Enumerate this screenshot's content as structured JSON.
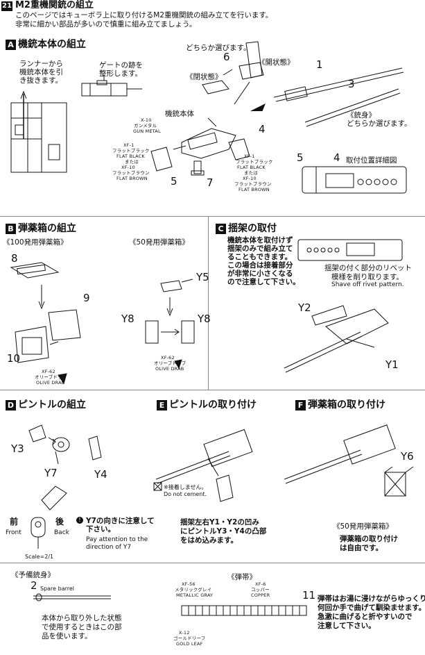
{
  "page": {
    "number": "21",
    "title": "M2重機関銃の組立",
    "intro_1": "このページではキューボラ上に取り付けるM2重機関銃の組み立てを行います。",
    "intro_2": "非常に細かい部品が多いので慎重に組み立てましょう。"
  },
  "section_a": {
    "badge": "A",
    "title": "機銃本体の組立",
    "runner_note": [
      "ランナーから",
      "機銃本体を引",
      "き抜きます。"
    ],
    "gate_note": [
      "ゲートの跡を",
      "整形します。"
    ],
    "choose_note": "どちらか選びます。",
    "open_label": "《開状態》",
    "closed_label": "《閉状態》",
    "body_label": "機銃本体",
    "barrel_label": "《銃身》",
    "barrel_choose": "どちらか選びます。",
    "position_detail": "取付位置詳細図",
    "paint_gunmetal": [
      "X-10",
      "ガンメタル",
      "GUN METAL"
    ],
    "paint_left": [
      "XF-1",
      "フラットブラック",
      "FLAT BLACK",
      "または",
      "XF-10",
      "フラットブラウン",
      "FLAT BROWN"
    ],
    "paint_right": [
      "XF-1",
      "フラットブラック",
      "FLAT BLACK",
      "または",
      "XF-10",
      "フラットブラウン",
      "FLAT BROWN"
    ],
    "parts": [
      "6",
      "1",
      "3",
      "4",
      "5",
      "7",
      "5",
      "4"
    ]
  },
  "section_b": {
    "badge": "B",
    "title": "弾薬箱の組立",
    "sub_100": "《100発用弾薬箱》",
    "sub_50": "《50発用弾薬箱》",
    "parts": [
      "8",
      "9",
      "10",
      "Y5",
      "Y8",
      "Y8"
    ],
    "paint_olive_1": [
      "XF-62",
      "オリーブドラブ",
      "OLIVE DRAB"
    ],
    "paint_olive_2": [
      "XF-62",
      "オリーブドラブ",
      "OLIVE DRAB"
    ]
  },
  "section_c": {
    "badge": "C",
    "title": "揺架の取付",
    "note": [
      "機銃本体を取付けず",
      "揺架のみで組み立て",
      "ることもできます。",
      "この場合は接着部分",
      "が非常に小さくなる",
      "ので注意して下さい。"
    ],
    "rivet_note": [
      "揺架の付く部分のリベット",
      "模様を削り取ります。"
    ],
    "rivet_en": "Shave off rivet pattern.",
    "parts": [
      "Y2",
      "Y1"
    ]
  },
  "section_d": {
    "badge": "D",
    "title": "ピントルの組立",
    "parts": [
      "Y3",
      "Y7",
      "Y4"
    ],
    "front_jp": "前",
    "front_en": "Front",
    "back_jp": "後",
    "back_en": "Back",
    "attention_jp": [
      "Y7の向きに注意して",
      "下さい。"
    ],
    "attention_en": [
      "Pay attention to the",
      "direction of Y7"
    ],
    "scale": "Scale=2/1"
  },
  "section_e": {
    "badge": "E",
    "title": "ピントルの取り付け",
    "no_cement_jp": "※接着しません。",
    "no_cement_en": "Do not cement.",
    "note": [
      "揺架左右Y1・Y2の凹み",
      "にピントルY3・Y4の凸部",
      "をはめ込みます。"
    ]
  },
  "section_f": {
    "badge": "F",
    "title": "弾薬箱の取り付け",
    "part": "Y6",
    "sub_50": "《50発用弾薬箱》",
    "note": [
      "弾薬箱の取り付け",
      "は自由です。"
    ]
  },
  "spare": {
    "title": "《予備銃身》",
    "part": "2",
    "part_en": "Spare barrel",
    "note": [
      "本体から取り外した状態",
      "で使用するときはこの部",
      "品を使います。"
    ]
  },
  "belt": {
    "title": "《弾帯》",
    "part": "11",
    "paint_gray": [
      "XF-56",
      "メタリックグレイ",
      "METALLIC GRAY"
    ],
    "paint_copper": [
      "XF-6",
      "コッパー",
      "COPPER"
    ],
    "paint_gold": [
      "X-12",
      "ゴールドリーフ",
      "GOLD LEAF"
    ],
    "note": [
      "弾帯はお湯に浸けながらゆっくり",
      "何回か手で曲げて馴染ませます。",
      "急激に曲げると折やすいので",
      "注意して下さい。"
    ]
  }
}
